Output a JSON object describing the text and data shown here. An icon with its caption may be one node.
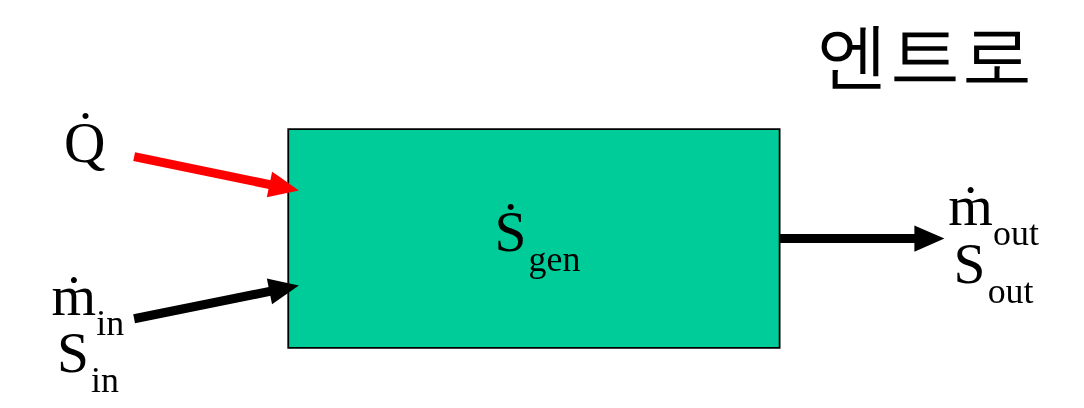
{
  "diagram": {
    "title": "엔트로",
    "nodes": [
      {
        "text": [
          "Q̇"
        ]
      },
      {
        "text": [
          "Ṡ$_{gen}$"
        ]
      },
      {
        "text": [
          "ṁ$_{in}$",
          "S$_{in}$"
        ]
      },
      {
        "text": [
          "ṁ$_{out}$",
          "S$_{out}$"
        ]
      }
    ],
    "edges": [
      {
        "from": 2,
        "to": 1,
        "arrow": "to"
      },
      {
        "from": 0,
        "to": 1,
        "arrow": "to",
        "color": "#ff0000"
      },
      {
        "from": 1,
        "to": 3,
        "arrow": "to"
      }
    ]
  }
}
